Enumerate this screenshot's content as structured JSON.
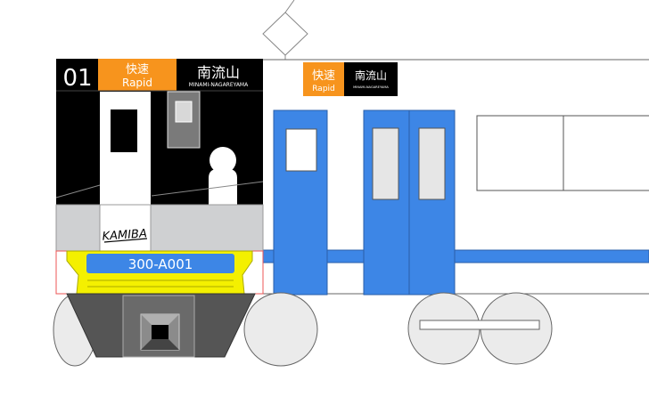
{
  "front_display": {
    "car_number": "01",
    "type_kanji": "快速",
    "type_en": "Rapid",
    "dest_kanji": "南流山",
    "dest_en": "MINAMI-NAGAREYAMA"
  },
  "side_display": {
    "type_kanji": "快速",
    "type_en": "Rapid",
    "dest_kanji": "南流山",
    "dest_en": "MINAMI-NAGAREYAMA"
  },
  "train_number": "300-A001",
  "logo_text": "KAMIBA",
  "colors": {
    "body_blue": "#3d86e6",
    "rapid_orange": "#f7941d",
    "front_black": "#000000",
    "front_yellow": "#f4f000",
    "skirt_gray": "#555555",
    "silver": "#cfd0d2"
  },
  "icons": [
    "pantograph-icon",
    "silhouette-person-icon",
    "kamiba-logo-icon"
  ]
}
